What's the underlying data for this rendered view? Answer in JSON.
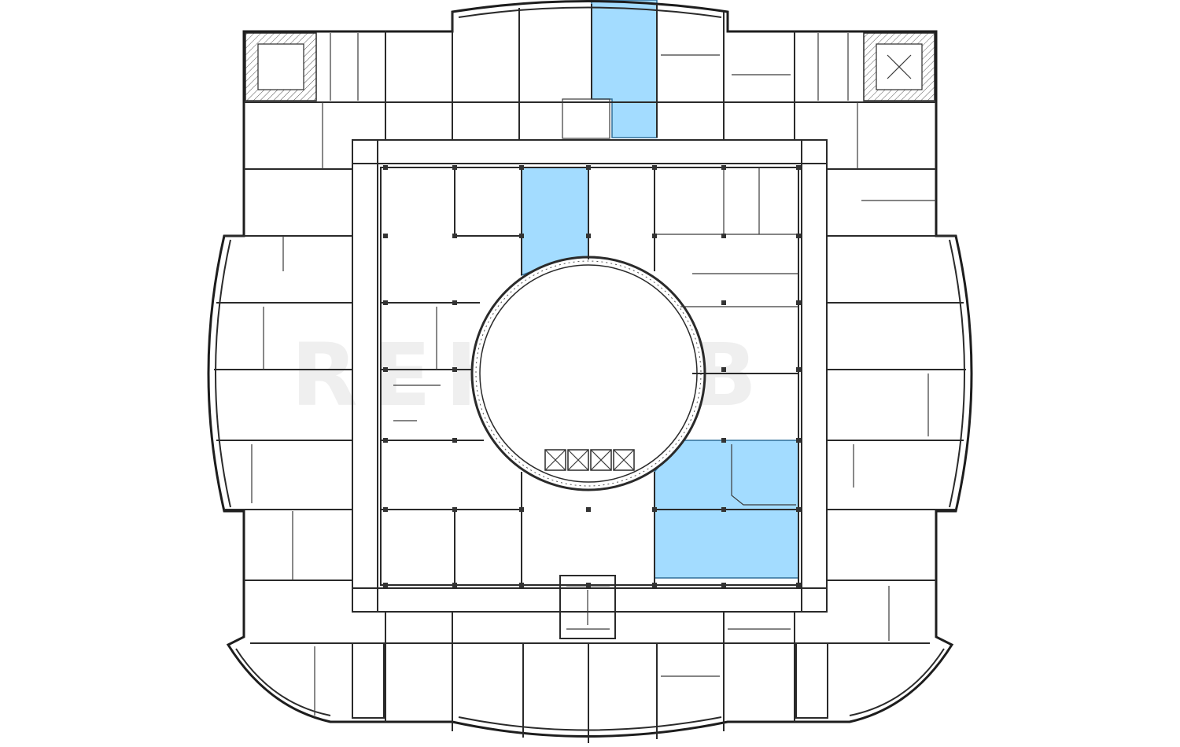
{
  "plan": {
    "watermark": "REKORB",
    "highlight_color": "#a3dcff",
    "wall_color": "#2a2a2a",
    "background": "#ffffff",
    "highlighted_units": [
      "north-strip-unit",
      "north-inner-unit",
      "southeast-unit"
    ]
  }
}
